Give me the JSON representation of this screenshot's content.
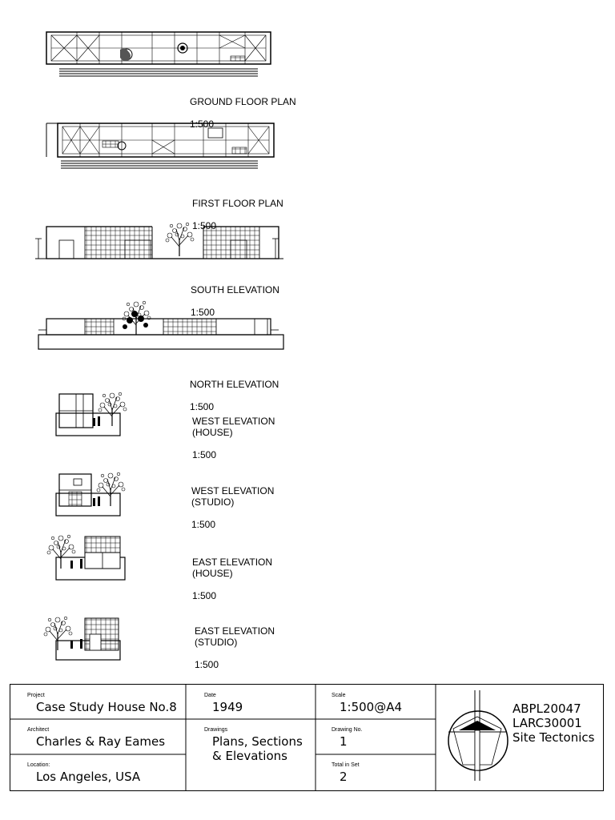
{
  "drawings": [
    {
      "id": "ground-floor-plan",
      "title": "GROUND FLOOR PLAN",
      "scale": "1:500"
    },
    {
      "id": "first-floor-plan",
      "title": "FIRST FLOOR PLAN",
      "scale": "1:500"
    },
    {
      "id": "south-elevation",
      "title": "SOUTH ELEVATION",
      "scale": "1:500"
    },
    {
      "id": "north-elevation",
      "title": "NORTH ELEVATION",
      "scale": "1:500"
    },
    {
      "id": "west-elevation-house",
      "title": "WEST ELEVATION\n(HOUSE)",
      "scale": "1:500"
    },
    {
      "id": "west-elevation-studio",
      "title": "WEST ELEVATION\n(STUDIO)",
      "scale": "1:500"
    },
    {
      "id": "east-elevation-house",
      "title": "EAST ELEVATION\n(HOUSE)",
      "scale": "1:500"
    },
    {
      "id": "east-elevation-studio",
      "title": "EAST ELEVATION\n(STUDIO)",
      "scale": "1:500"
    }
  ],
  "title_block": {
    "project_caption": "Project",
    "project": "Case Study House No.8",
    "architect_caption": "Architect",
    "architect": "Charles & Ray Eames",
    "location_caption": "Location:",
    "location": "Los Angeles, USA",
    "date_caption": "Date",
    "date": "1949",
    "drawings_caption": "Drawings",
    "drawings": "Plans, Sections\n& Elevations",
    "scale_caption": "Scale",
    "scale": "1:500@A4",
    "drawing_no_caption": "Drawing No.",
    "drawing_no": "1",
    "total_caption": "Total in Set",
    "total": "2",
    "codes": [
      "ABPL20047",
      "LARC30001",
      "Site Tectonics"
    ]
  }
}
